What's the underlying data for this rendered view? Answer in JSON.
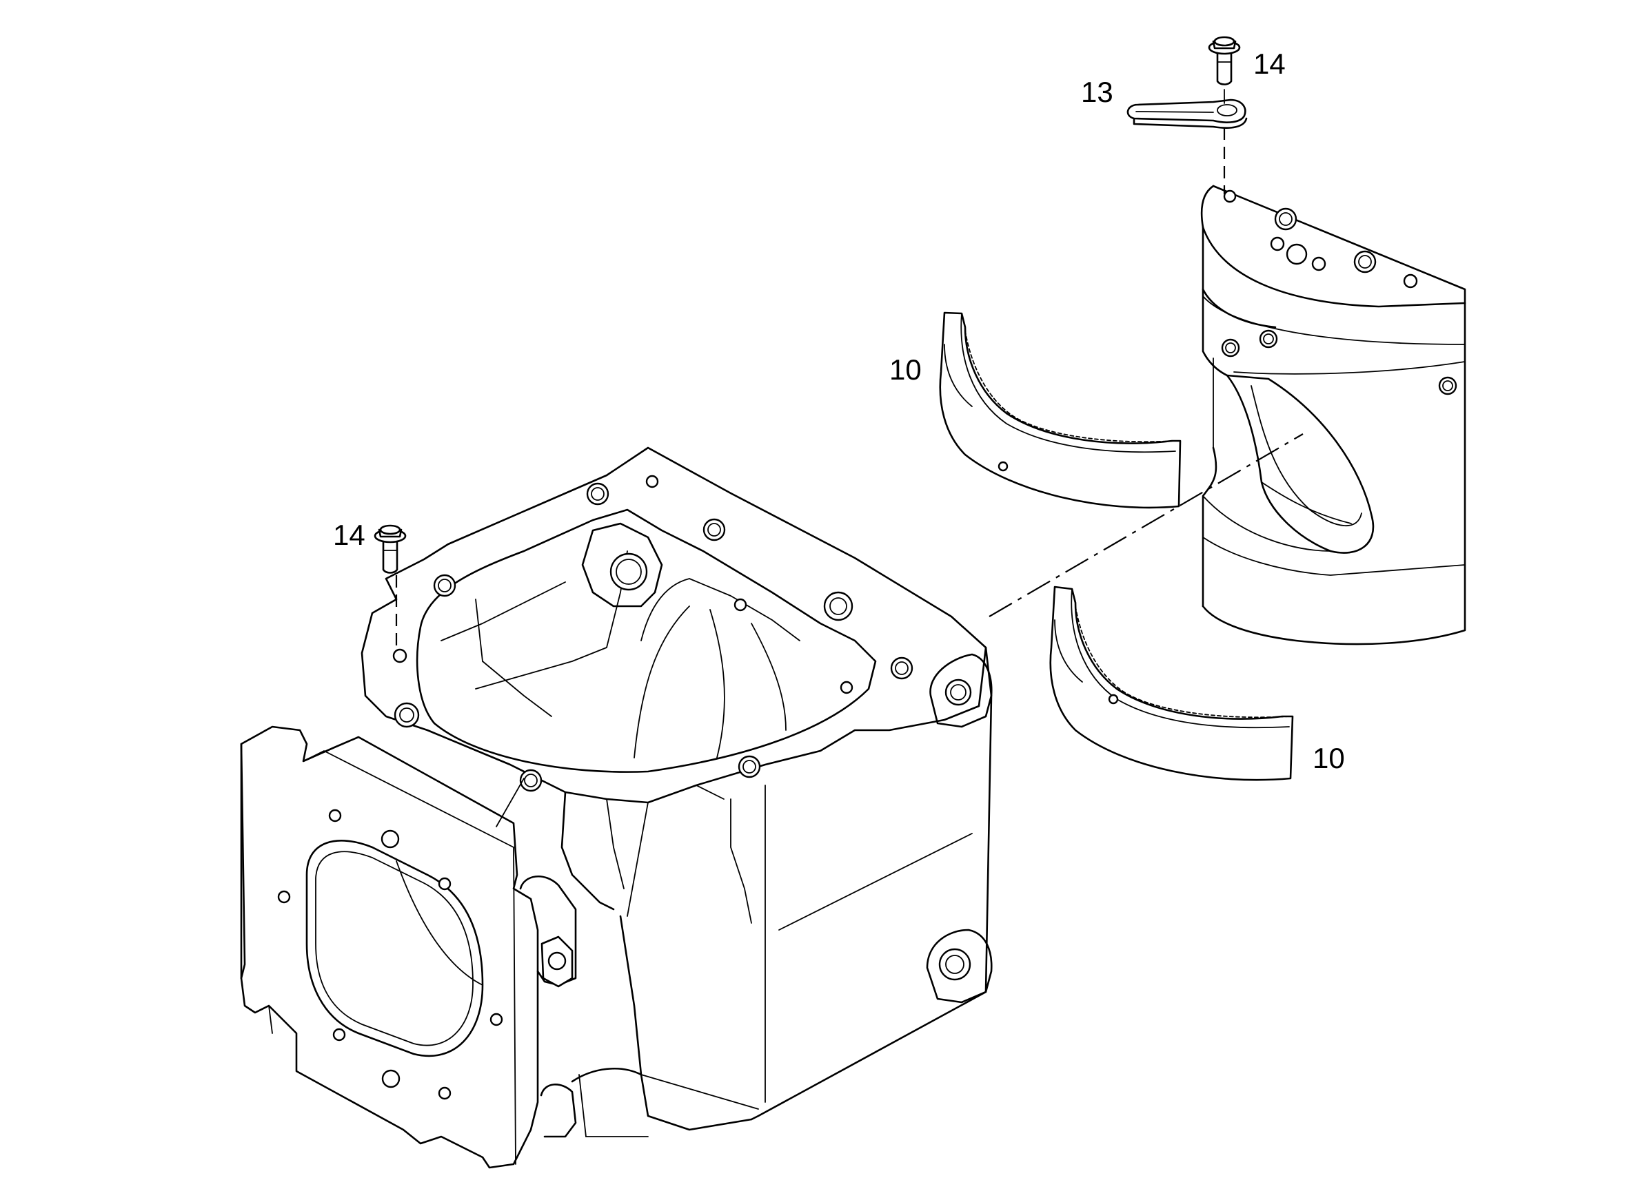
{
  "callouts": {
    "bolt_top": "14",
    "lever": "13",
    "shoe_upper": "10",
    "bolt_left": "14",
    "shoe_lower": "10"
  },
  "colors": {
    "line": "#000000",
    "background": "#ffffff"
  }
}
